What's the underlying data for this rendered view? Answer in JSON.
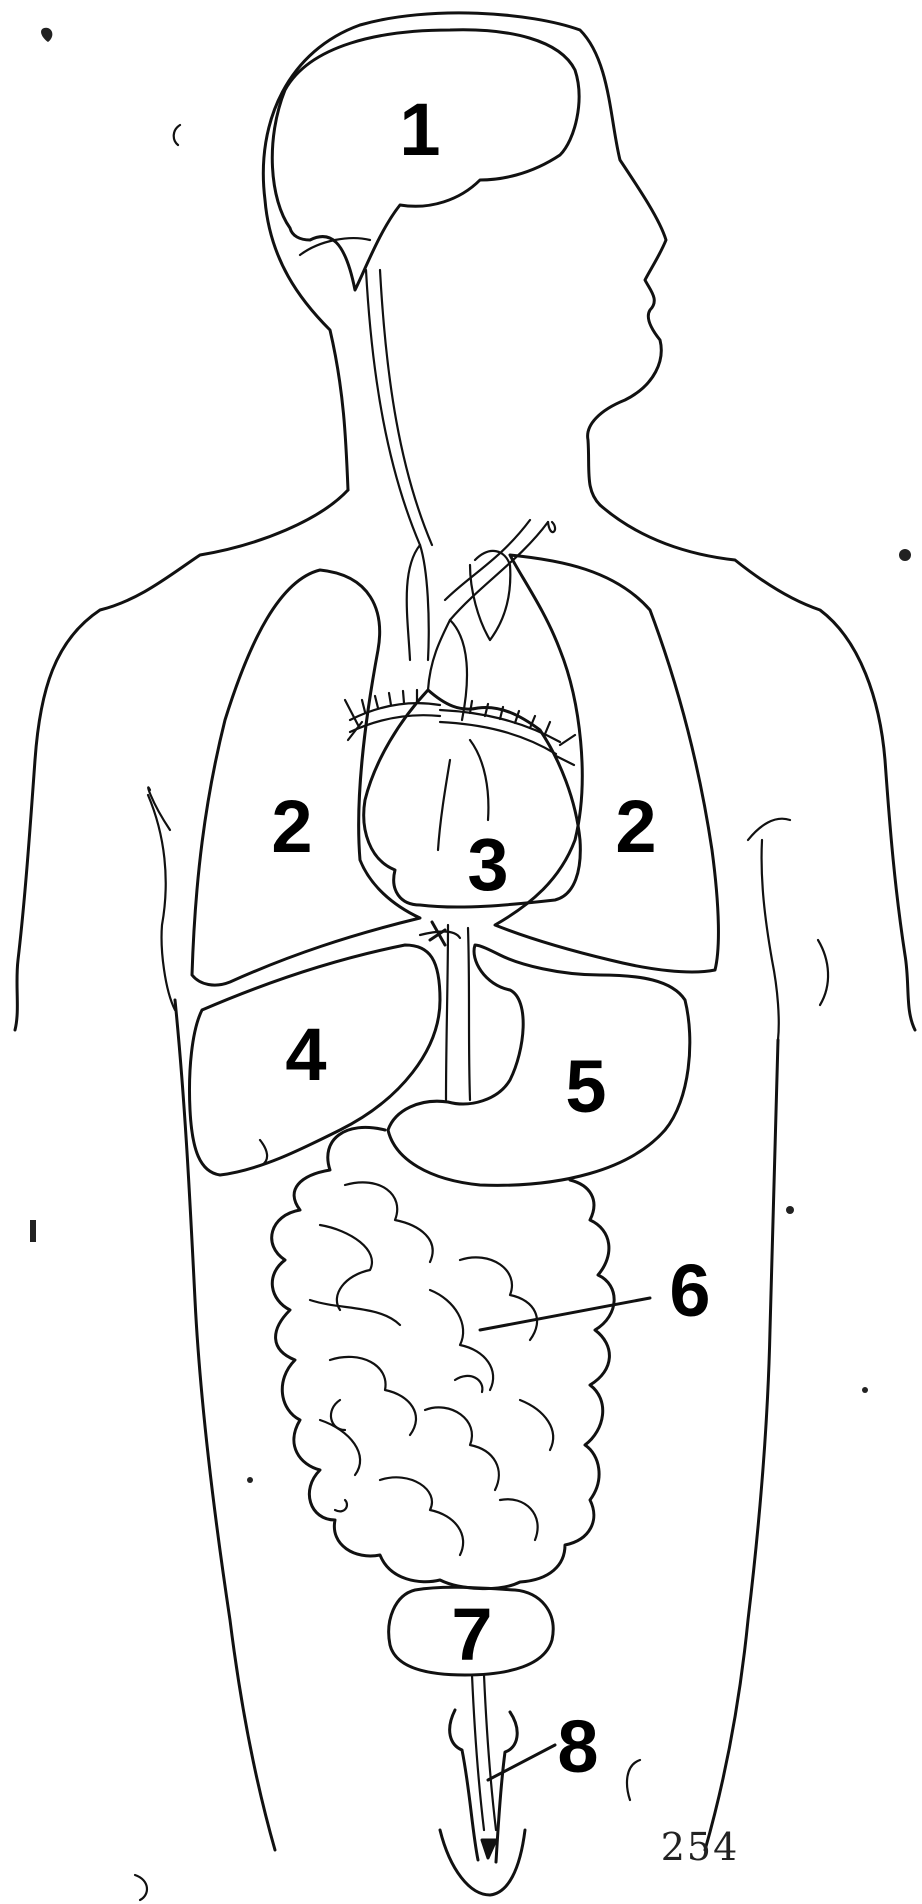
{
  "labels": {
    "brain": "1",
    "lung_left": "2",
    "lung_right": "2",
    "heart": "3",
    "liver": "4",
    "stomach": "5",
    "small_intestine": "6",
    "bladder": "7",
    "urethra": "8"
  },
  "page_number": "254",
  "colors": {
    "ink": "#111111",
    "paper": "#ffffff"
  }
}
